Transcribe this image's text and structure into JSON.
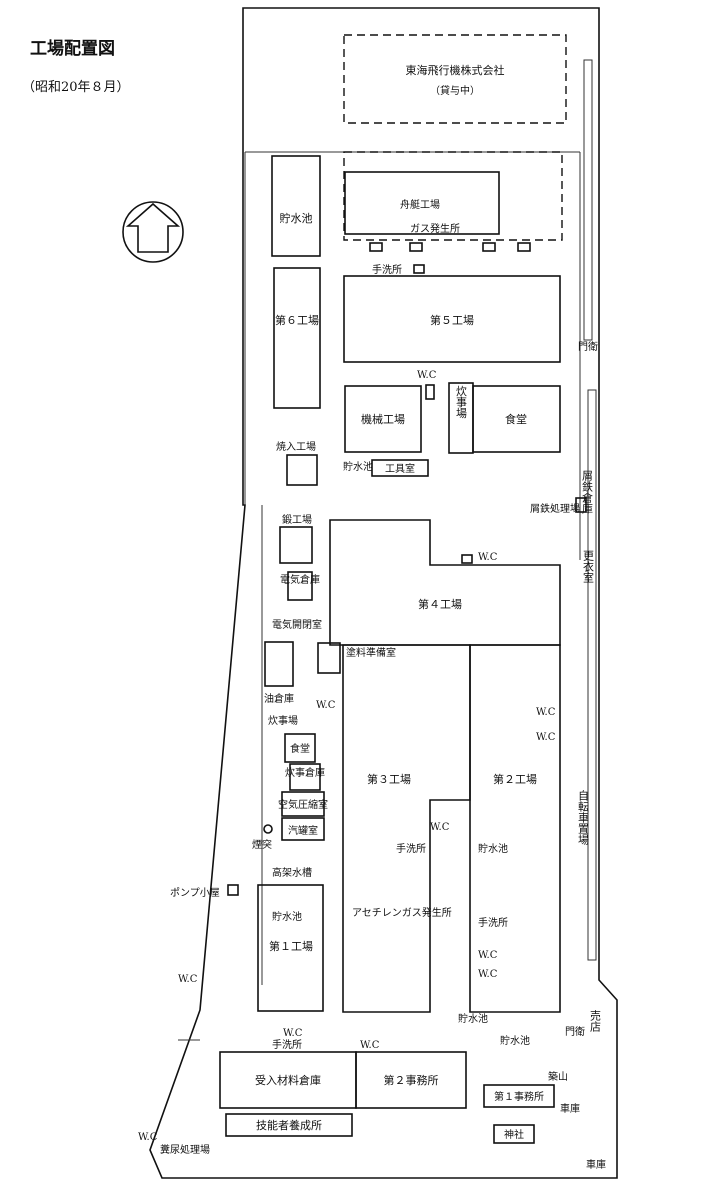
{
  "title": "工場配置図",
  "subtitle": "（昭和20年８月）",
  "labels": {
    "tokai": "東海飛行機株式会社",
    "tokai_sub": "（貸与中）",
    "tei": "舟艇工場",
    "gas": "ガス発生所",
    "chosui": "貯水池",
    "f6": "第６工場",
    "f5": "第５工場",
    "tearai": "手洗所",
    "wc": "W.C",
    "kikai": "機械工場",
    "suiji": "炊事場",
    "shokudo": "食堂",
    "yakiire": "焼入工場",
    "kogu": "工具室",
    "mon": "門衛",
    "kuzutetsu_soko": "屑鉄倉庫",
    "kuzutetsu_shori": "屑鉄処理場",
    "tan": "鍛工場",
    "denki_soko": "電気倉庫",
    "denki_kaihei": "電気開閉室",
    "f4": "第４工場",
    "koui": "更衣室",
    "toryo": "塗料準備室",
    "abura": "油倉庫",
    "suiji_soko": "炊事倉庫",
    "kuki": "空気圧縮室",
    "kisha": "汽罐室",
    "entotsu": "煙突",
    "f3": "第３工場",
    "f2": "第２工場",
    "jitensha": "自転車置場",
    "koka": "高架水槽",
    "pump": "ポンプ小屋",
    "acetylene": "アセチレンガス発生所",
    "f1": "第１工場",
    "baiten": "売店",
    "jiju": "受入材料倉庫",
    "jimu2": "第２事務所",
    "jimu1": "第１事務所",
    "tsukiyama": "築山",
    "shako": "車庫",
    "ginou": "技能者養成所",
    "jinja": "神社",
    "funnyo": "糞尿処理場"
  }
}
